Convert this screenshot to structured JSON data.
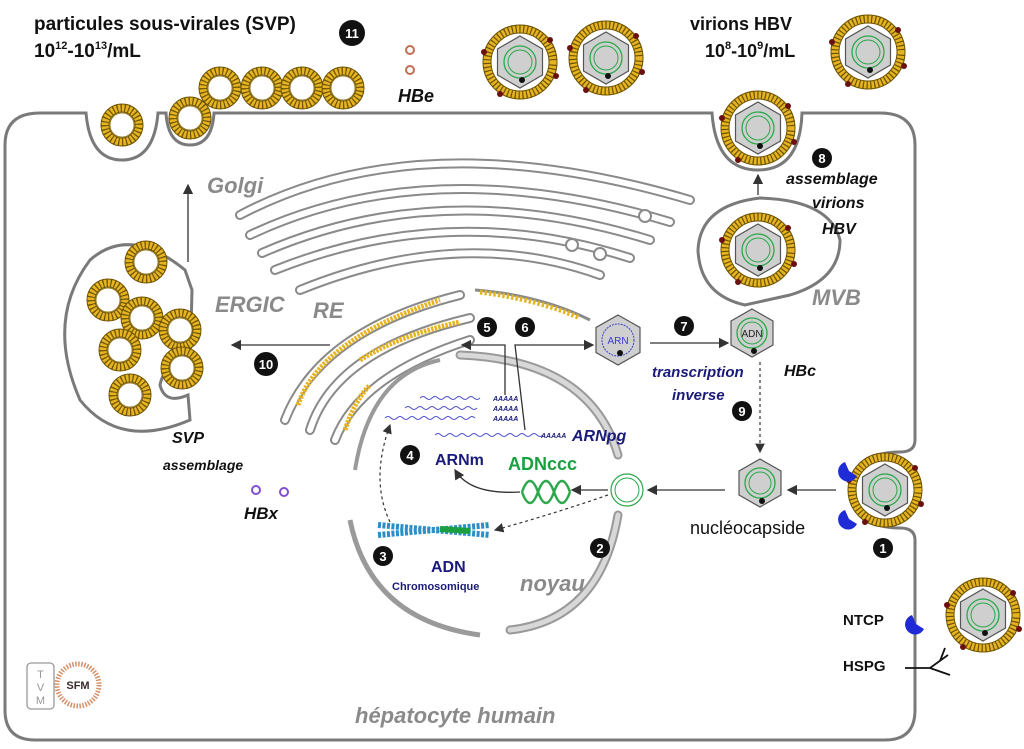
{
  "svp": {
    "title": "particules sous-virales (SVP)",
    "conc_base1": "10",
    "conc_exp1": "12",
    "conc_sep": "-10",
    "conc_exp2": "13",
    "conc_unit": "/mL"
  },
  "virions": {
    "title": "virions HBV",
    "conc_base1": "10",
    "conc_exp1": "8",
    "conc_sep": "-10",
    "conc_exp2": "9",
    "conc_unit": "/mL"
  },
  "labels": {
    "hbe": "HBe",
    "golgi": "Golgi",
    "ergic": "ERGIC",
    "re": "RE",
    "mvb": "MVB",
    "assemblage_virions_1": "assemblage",
    "assemblage_virions_2": "virions",
    "assemblage_virions_3": "HBV",
    "svp_assemblage_1": "SVP",
    "svp_assemblage_2": "assemblage",
    "hbx": "HBx",
    "arn": "ARN",
    "adn_capsid": "ADN",
    "hbc": "HBc",
    "transcription_1": "transcription",
    "transcription_2": "inverse",
    "nucleocapside": "nucléocapside",
    "ntcp": "NTCP",
    "hspg": "HSPG",
    "arnm": "ARNm",
    "adnccc": "ADNccc",
    "arnpg": "ARNpg",
    "polya": "AAAAA",
    "adn": "ADN",
    "chromosomique": "Chromosomique",
    "noyau": "noyau",
    "hepatocyte": "hépatocyte humain"
  },
  "steps": [
    "1",
    "2",
    "3",
    "4",
    "5",
    "6",
    "7",
    "8",
    "9",
    "10",
    "11"
  ],
  "logos": {
    "tvm": "TVM",
    "sfm": "SFM"
  },
  "colors": {
    "envelope": "#e6b422",
    "capsid": "#c8c8c8",
    "dna": "#2aa84a",
    "rna": "#3a3ad0",
    "receptor": "#1f2bd6",
    "membrane": "#7a7a7a",
    "text_navy": "#1a1a7a"
  }
}
